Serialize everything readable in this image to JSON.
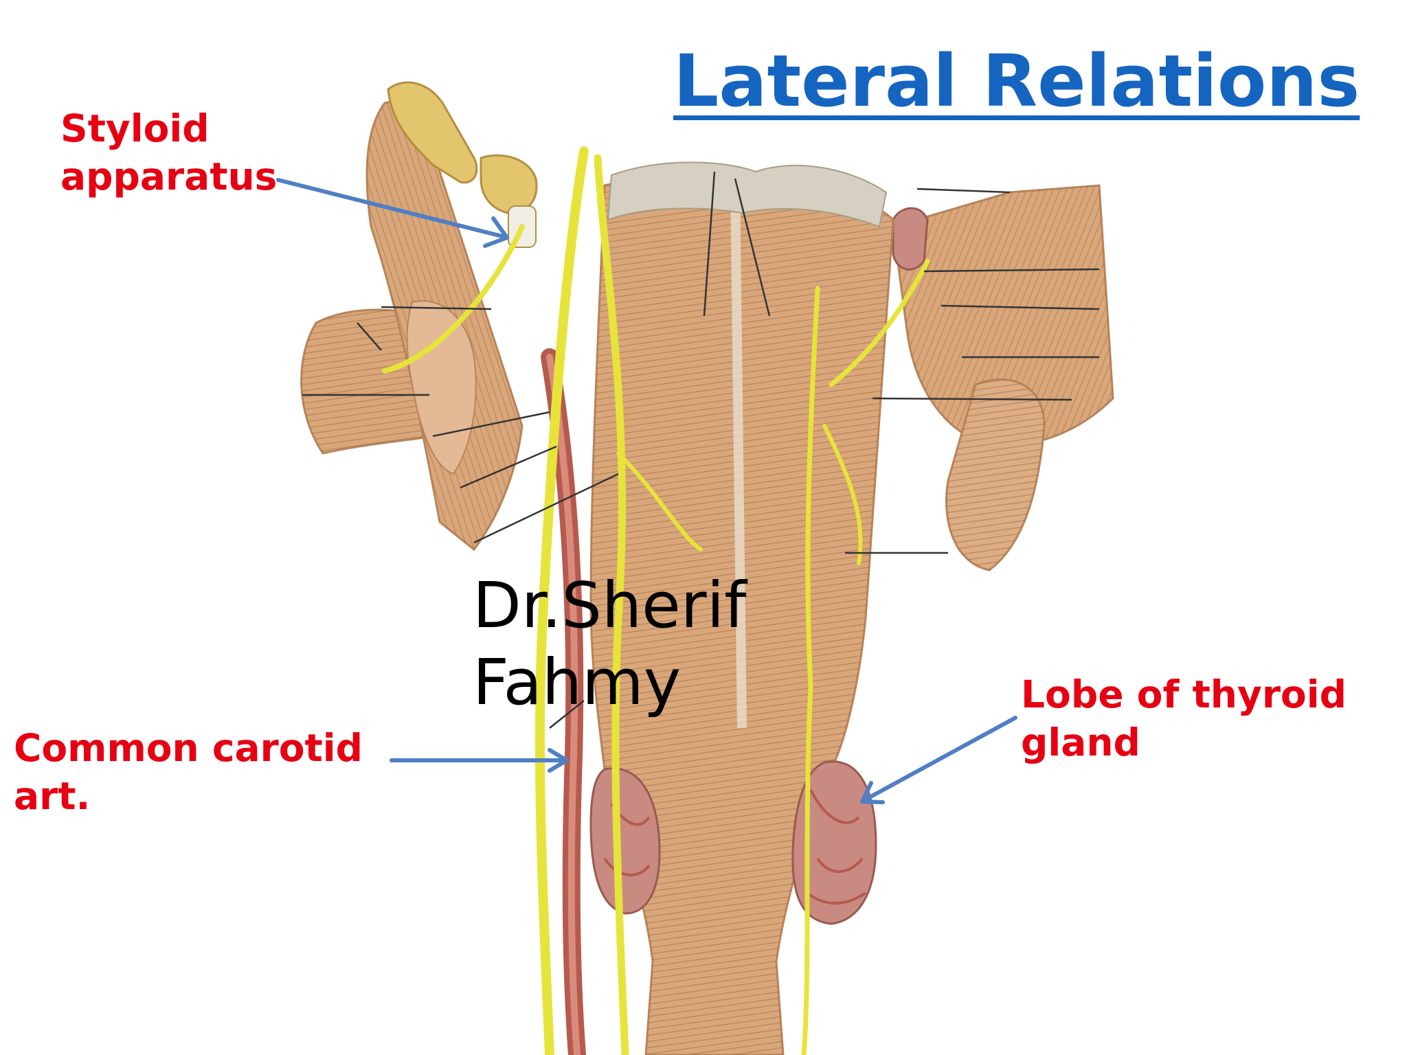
{
  "title": "Lateral Relations",
  "labels": {
    "styloid": {
      "line1": "Styloid",
      "line2": "apparatus"
    },
    "carotid": {
      "line1": "Common carotid",
      "line2": "art."
    },
    "thyroid": {
      "line1": "Lobe of thyroid",
      "line2": "gland"
    }
  },
  "watermark": {
    "line1": "Dr.Sherif",
    "line2": "Fahmy"
  },
  "colors": {
    "title": "#1565C0",
    "label": "#E60012",
    "arrow": "#4F7FC4",
    "muscle": "#D9A77A",
    "muscle_dark": "#B98359",
    "muscle_light": "#E8C49E",
    "nerve": "#E6E43A",
    "thyroid": "#C98A82",
    "vessel": "#B65A4E",
    "cartilage": "#E3C56E",
    "fascia": "#D6D0C2"
  }
}
